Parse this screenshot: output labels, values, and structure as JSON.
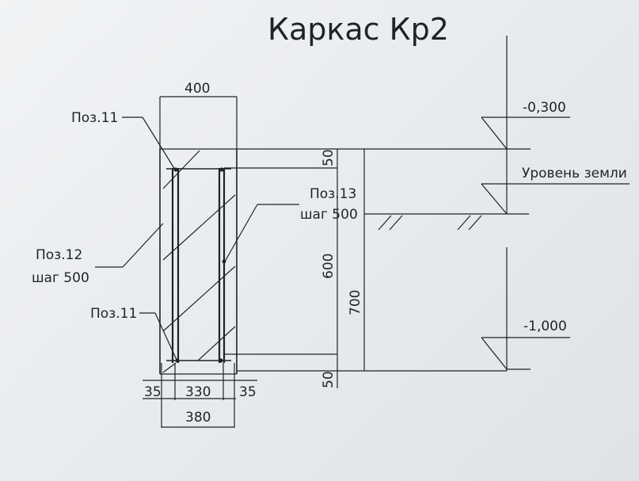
{
  "title": "Каркас Кр2",
  "labels": {
    "pos11_top": "Поз.11",
    "pos11_bottom": "Поз.11",
    "pos12_line1": "Поз.12",
    "pos12_line2": "шаг 500",
    "pos13_line1": "Поз.13",
    "pos13_line2": "шаг 500"
  },
  "dimensions": {
    "width_top": "400",
    "cover_left": "35",
    "inner_width": "330",
    "cover_right": "35",
    "width_bottom": "380",
    "cover_top": "50",
    "inner_height": "600",
    "total_height": "700",
    "cover_bottom": "50"
  },
  "levels": {
    "top": "-0,300",
    "ground": "Уровень земли",
    "bottom": "-1,000"
  }
}
